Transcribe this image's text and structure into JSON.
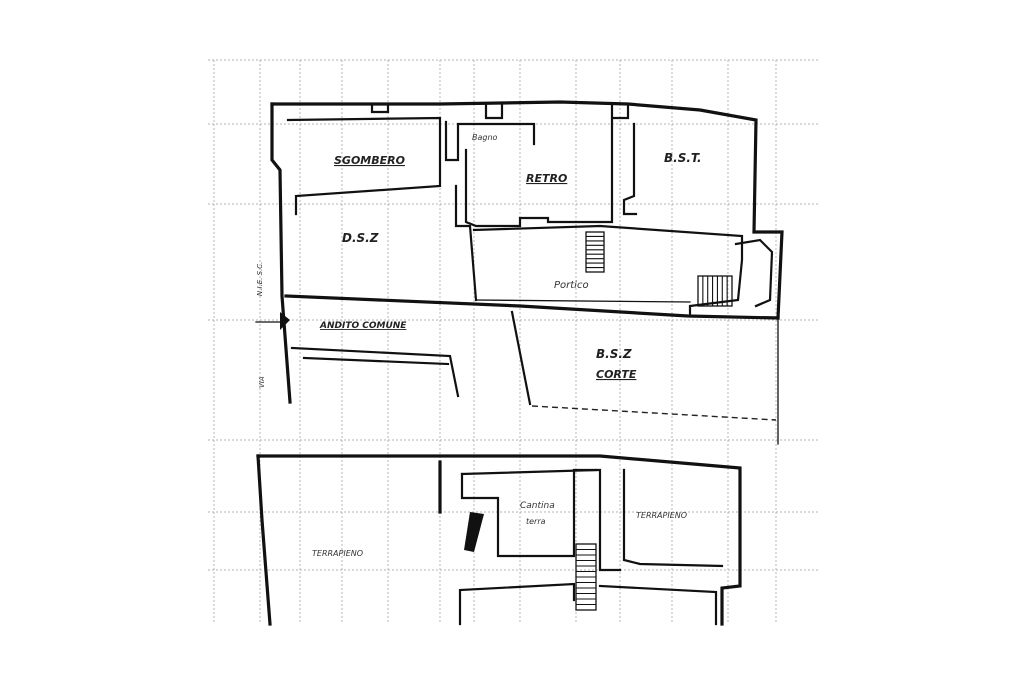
{
  "rooms": {
    "sgombero": "SGOMBERO",
    "bagno": "Bagno",
    "retro": "RETRO",
    "bst_top": "B.S.T.",
    "dsz": "D.S.Z",
    "portico": "Portico",
    "ingresso": "ANDITO COMUNE",
    "bsz_corte": "B.S.Z",
    "corte": "CORTE",
    "cantina": "Cantina",
    "cantina_sub": "terra",
    "terrapieno_left": "TERRAPIENO",
    "terrapieno_right": "TERRAPIENO"
  },
  "street": {
    "via": "VIA",
    "name": "N.I.E. S.C."
  },
  "colors": {
    "ink": "#111111",
    "grid": "#9a9a9a",
    "paper": "#ffffff"
  }
}
